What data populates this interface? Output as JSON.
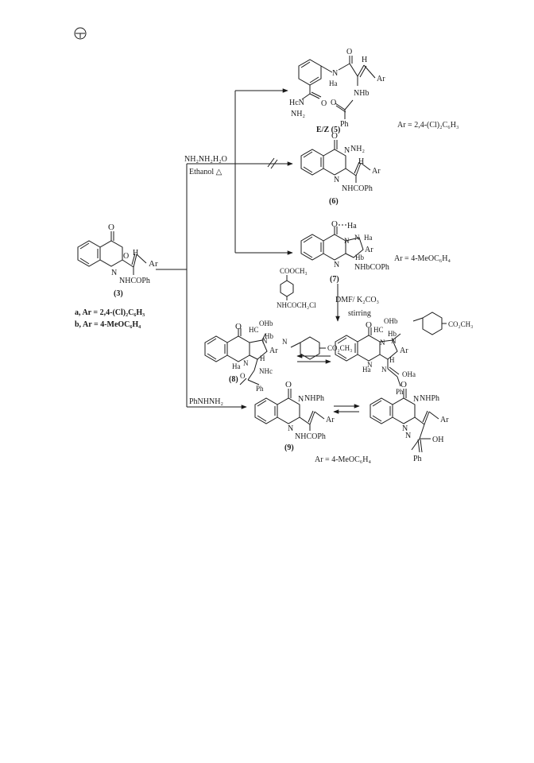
{
  "header": {
    "logo_icon": "publisher-logo-icon"
  },
  "reagents": {
    "hydrazine": "NH₂NH₂H₂O",
    "ethanol": "Ethanol △",
    "dmf": "DMF/ K₂CO₃",
    "stirring": "stirring",
    "phnhnh2": "PhNHNH₂",
    "cooch3": "COOCH₃",
    "nhcoch2cl": "NHCOCH₂Cl"
  },
  "compounds": {
    "c3": {
      "label": "(3)",
      "sub_a": "a, Ar = 2,4-(Cl)₂C₆H₃",
      "sub_b": "b, Ar = 4-MeOC₆H₄",
      "ar": "Ar",
      "nh": "NHCOPh"
    },
    "c5": {
      "label": "E/Z (5)",
      "ar_note": "Ar = 2,4-(Cl)₂C₆H₃",
      "atoms": {
        "ha": "Ha",
        "hc": "HcN",
        "nh2": "NH₂",
        "nhb": "NHb",
        "ph": "Ph",
        "ar": "Ar",
        "h": "H",
        "n": "N"
      }
    },
    "c6": {
      "label": "(6)",
      "nh2": "NH₂",
      "ar": "Ar",
      "nh": "NHCOPh",
      "h": "H"
    },
    "c7": {
      "label": "(7)",
      "ar_note": "Ar = 4-MeOC₆H₄",
      "ha": "Ha",
      "ha2": "Ha",
      "hb": "Hb",
      "ar": "Ar",
      "nhbcoph": "NHbCOPh"
    },
    "c8": {
      "label": "(8)",
      "ohb": "OHb",
      "hc": "HC",
      "hb": "Hb",
      "nhc": "NHc",
      "ha": "Ha",
      "ar": "Ar",
      "h": "H",
      "ph": "Ph",
      "co2ch3": "CO₂CH₃"
    },
    "c8b": {
      "ohb": "OHb",
      "hc": "HC",
      "hb": "Hb",
      "ha": "Ha",
      "ar": "Ar",
      "h": "H",
      "oha": "OHa",
      "ph": "Ph",
      "co2ch3": "CO₂CH₃"
    },
    "c9": {
      "label": "(9)",
      "nhph": "NHPh",
      "ar": "Ar",
      "nh": "NHCOPh",
      "ar_note": "Ar = 4-MeOC₆H₄"
    },
    "c9b": {
      "nhph": "NHPh",
      "ar": "Ar",
      "oh": "OH",
      "ph": "Ph"
    }
  }
}
